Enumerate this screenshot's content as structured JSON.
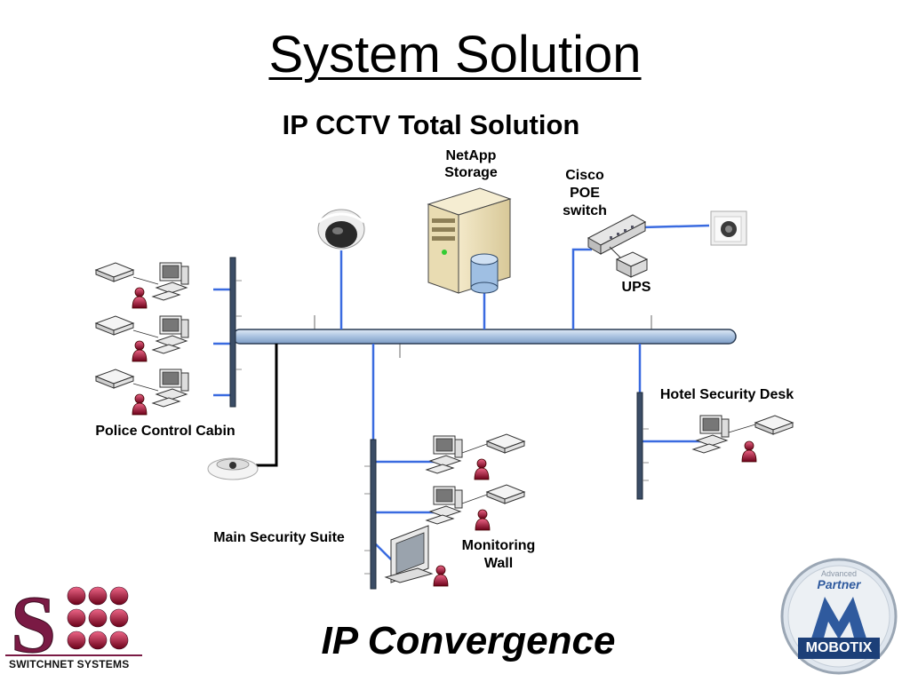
{
  "slide": {
    "title": "System Solution",
    "subtitle": "IP CCTV Total Solution",
    "footer": "IP Convergence"
  },
  "labels": {
    "storage_line1": "NetApp",
    "storage_line2": "Storage",
    "switch_line1": "Cisco",
    "switch_line2": "POE",
    "switch_line3": "switch",
    "ups": "UPS",
    "police": "Police Control Cabin",
    "hotel": "Hotel Security Desk",
    "main_suite": "Main Security Suite",
    "monitoring_line1": "Monitoring",
    "monitoring_line2": "Wall"
  },
  "logos": {
    "switchnet_text": "SWITCHNET SYSTEMS",
    "mobotix_advanced": "Advanced",
    "mobotix_partner": "Partner",
    "mobotix_brand": "MOBOTIX"
  },
  "colors": {
    "link": "#3a6be0",
    "backbone_fill": "#b7cde6",
    "backbone_stroke": "#2b3d55",
    "person": "#a0122a",
    "switchnet_maroon": "#7a1a44"
  }
}
